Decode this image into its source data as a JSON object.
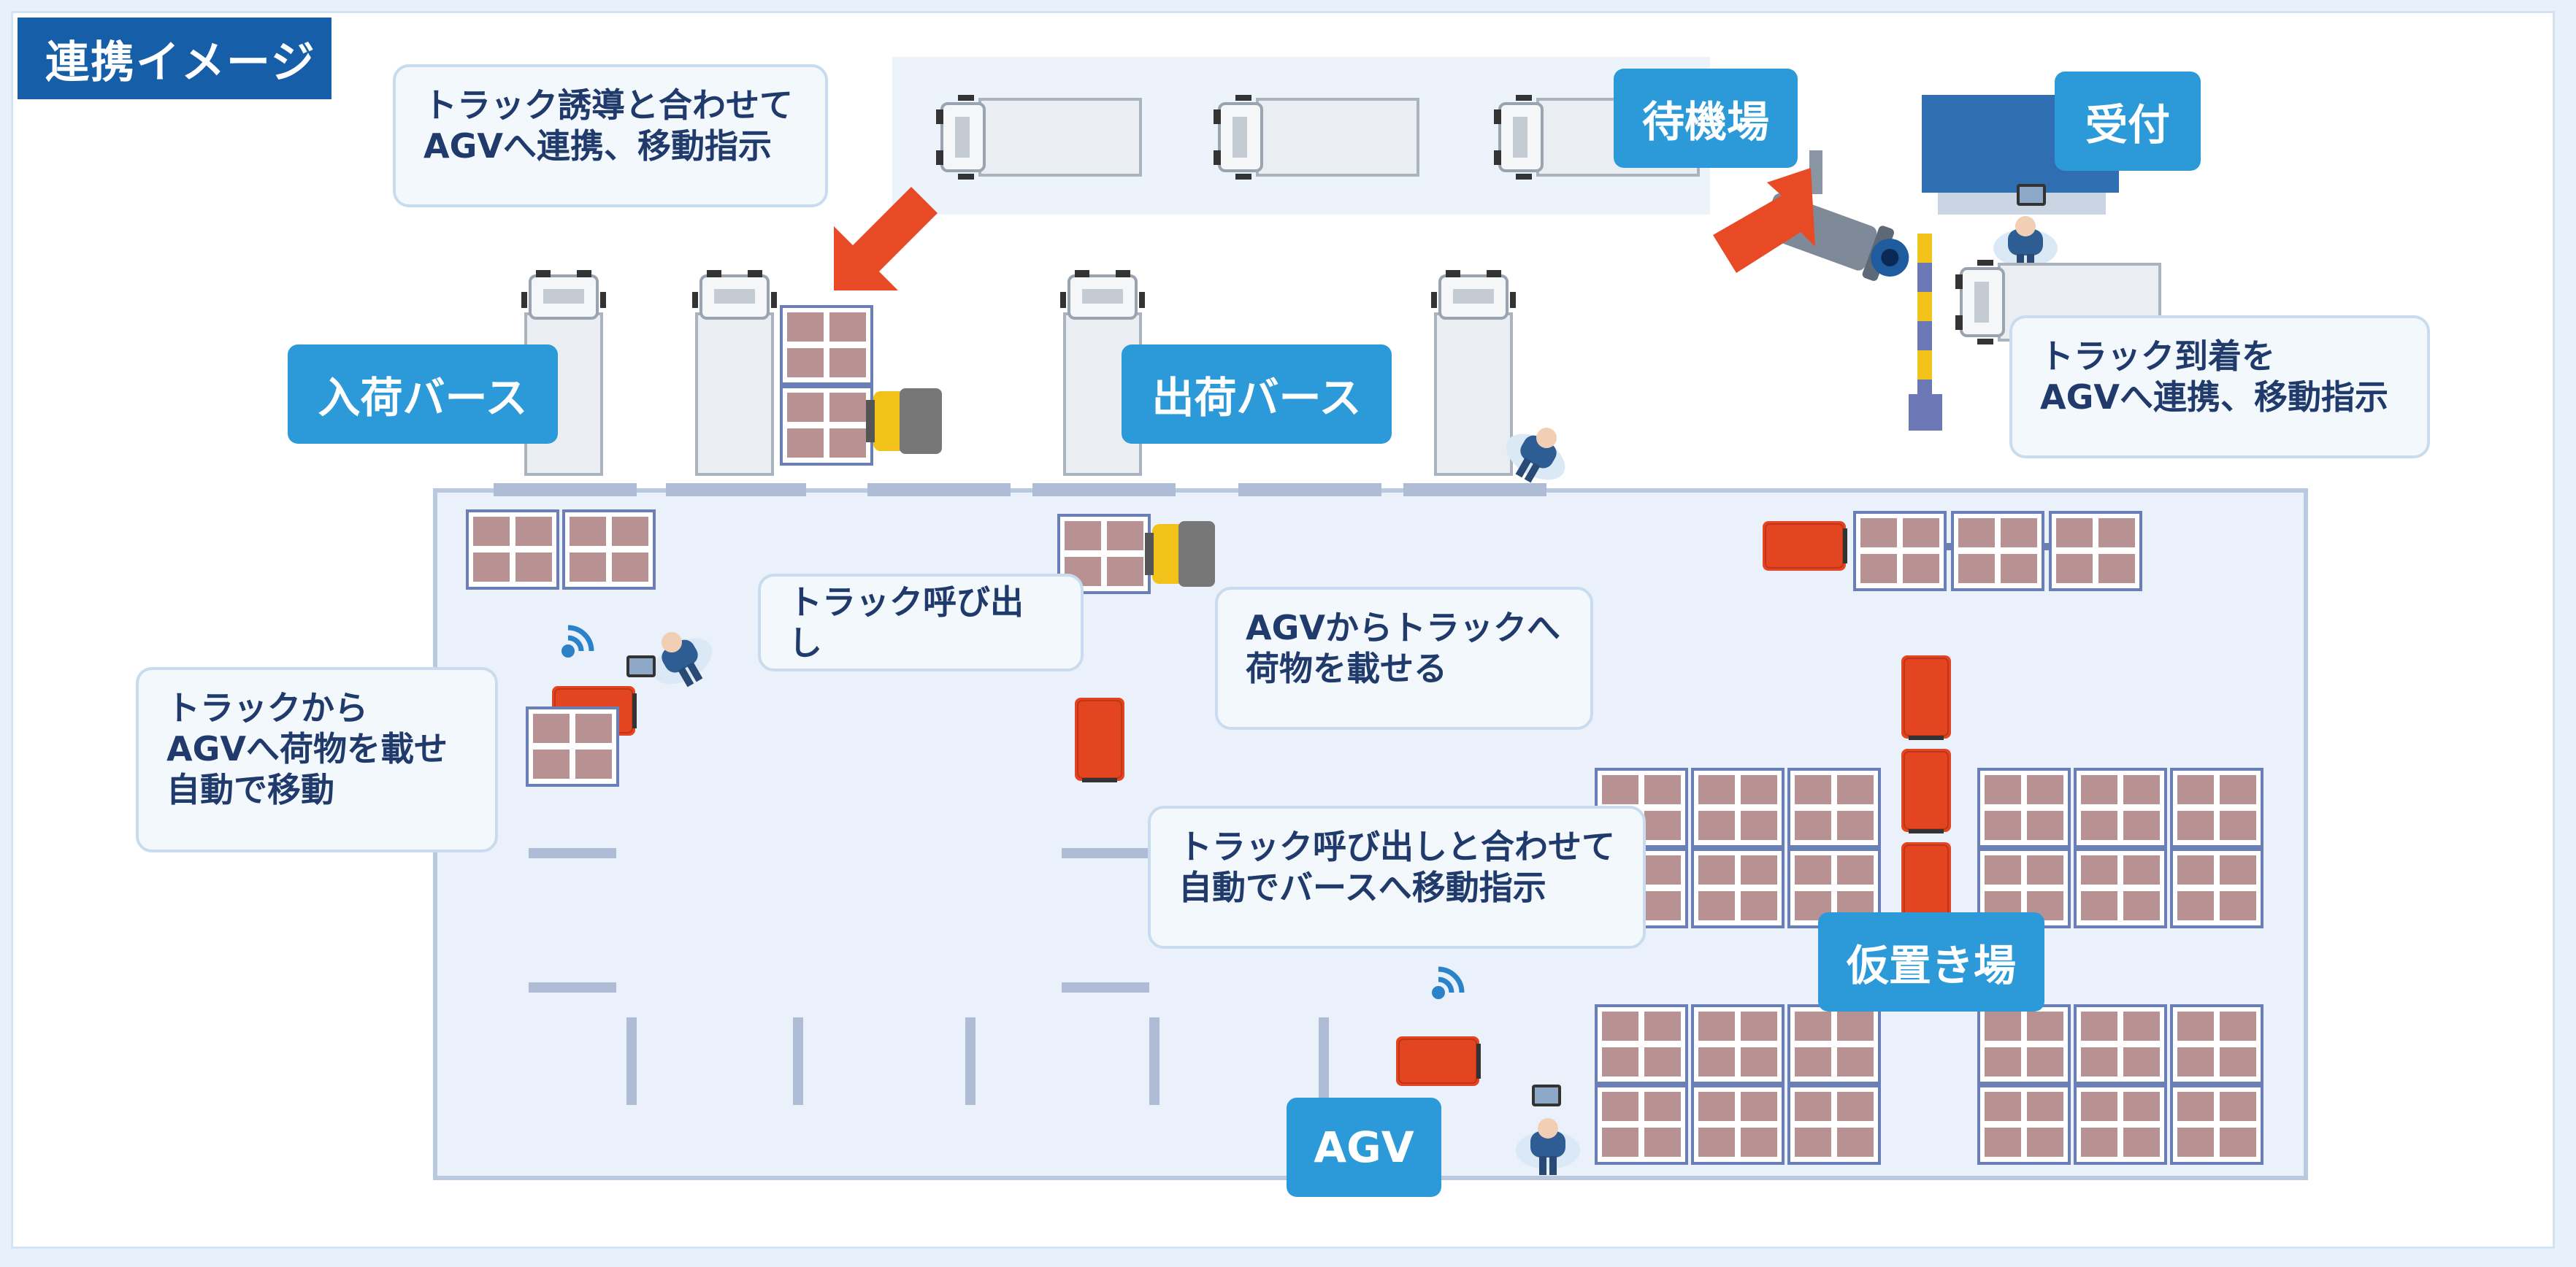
{
  "title": "連携イメージ",
  "callouts": {
    "truck_guide": "トラック誘導と合わせて\nAGVへ連携、移動指示",
    "truck_arrival": "トラック到着を\nAGVへ連携、移動指示",
    "truck_call": "トラック呼び出し",
    "agv_load": "AGVからトラックへ\n荷物を載せる",
    "truck_to_agv": "トラックから\nAGVへ荷物を載せ\n自動で移動",
    "call_move": "トラック呼び出しと合わせて\n自動でバースへ移動指示"
  },
  "labels": {
    "waiting_area": "待機場",
    "reception": "受付",
    "inbound_berth": "入荷バース",
    "outbound_berth": "出荷バース",
    "temp_storage": "仮置き場",
    "agv": "AGV"
  },
  "colors": {
    "title_bg": "#175ea8",
    "label_bg": "#2c9ad8",
    "callout_text": "#1f3a6b",
    "callout_border": "#c9dcef",
    "floor": "#eaf1fa",
    "arrow": "#e84a25",
    "agv": "#e2451f",
    "pallet": "#b89293",
    "forklift": "#f2c21a"
  }
}
